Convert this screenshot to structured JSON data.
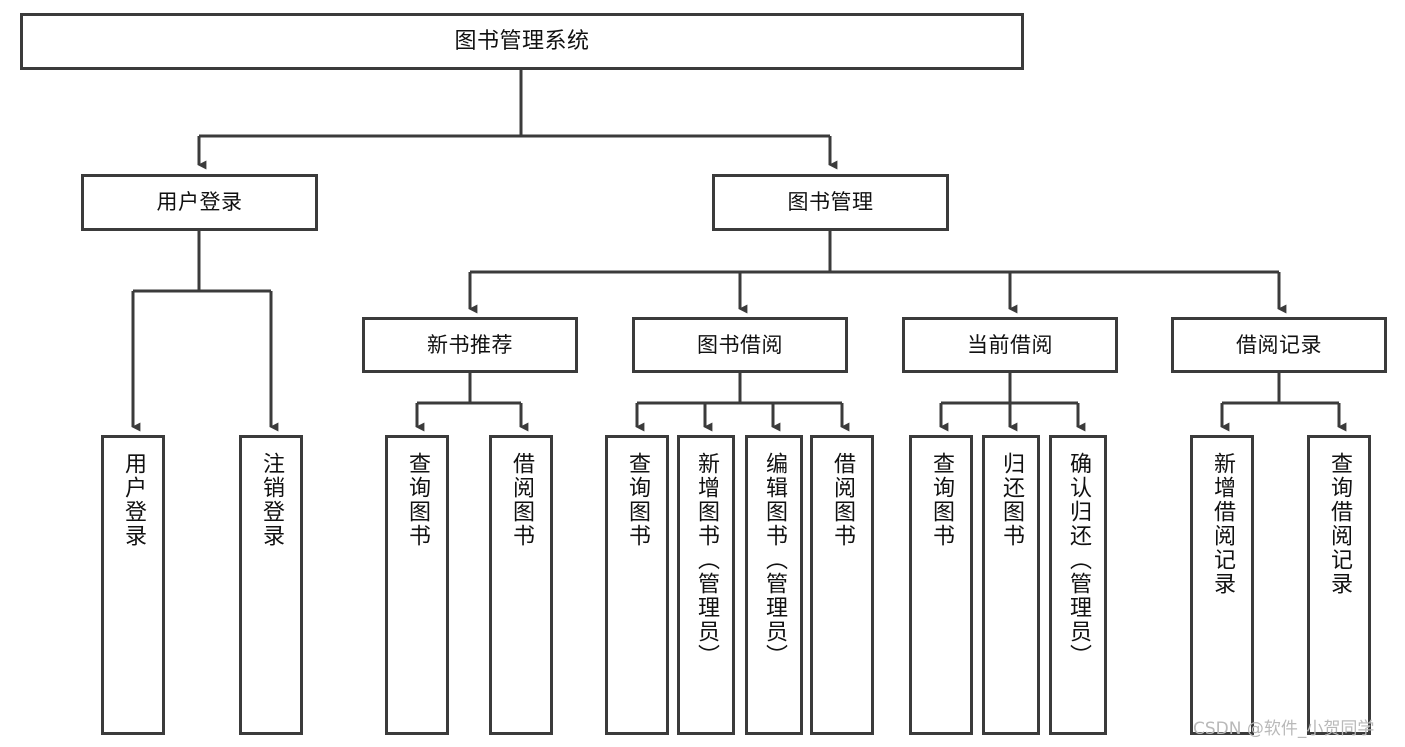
{
  "diagram": {
    "kind": "function-structure-tree",
    "title": "图书管理系统",
    "stroke_color": "#3b3b3b",
    "fill_color": "#ffffff",
    "text_color": "#111111",
    "background": "#ffffff"
  },
  "root": {
    "label": "图书管理系统"
  },
  "level1": [
    {
      "label": "用户登录"
    },
    {
      "label": "图书管理"
    }
  ],
  "level2": [
    {
      "label": "新书推荐"
    },
    {
      "label": "图书借阅"
    },
    {
      "label": "当前借阅"
    },
    {
      "label": "借阅记录"
    }
  ],
  "leaves": {
    "user_login": [
      {
        "label": "用户登录"
      },
      {
        "label": "注销登录"
      }
    ],
    "new_book": [
      {
        "label": "查询图书"
      },
      {
        "label": "借阅图书"
      }
    ],
    "book_borrow": [
      {
        "label": "查询图书"
      },
      {
        "label": "新增图书（管理员）"
      },
      {
        "label": "编辑图书（管理员）"
      },
      {
        "label": "借阅图书"
      }
    ],
    "current_borrow": [
      {
        "label": "查询图书"
      },
      {
        "label": "归还图书"
      },
      {
        "label": "确认归还（管理员）"
      }
    ],
    "borrow_record": [
      {
        "label": "新增借阅记录"
      },
      {
        "label": "查询借阅记录"
      }
    ]
  },
  "watermark": {
    "text": "CSDN @软件_小贺同学",
    "color": "#b9b9b9"
  }
}
